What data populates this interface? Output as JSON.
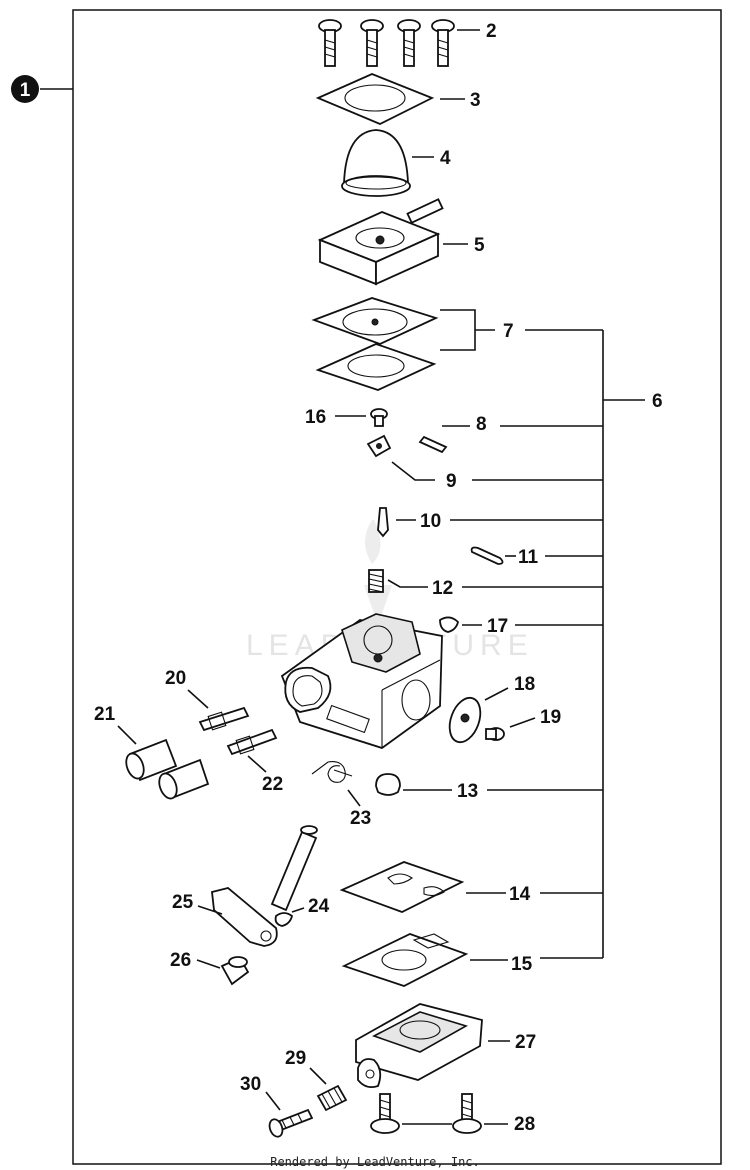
{
  "assembly_label": "1",
  "part_labels": {
    "p2": "2",
    "p3": "3",
    "p4": "4",
    "p5": "5",
    "p6": "6",
    "p7": "7",
    "p8": "8",
    "p9": "9",
    "p10": "10",
    "p11": "11",
    "p12": "12",
    "p13": "13",
    "p14": "14",
    "p15": "15",
    "p16": "16",
    "p17": "17",
    "p18": "18",
    "p19": "19",
    "p20": "20",
    "p21": "21",
    "p22": "22",
    "p23": "23",
    "p24": "24",
    "p25": "25",
    "p26": "26",
    "p27": "27",
    "p28": "28",
    "p29": "29",
    "p30": "30"
  },
  "watermark": "LEADVENTURE",
  "footer": "Rendered by LeadVenture, Inc."
}
